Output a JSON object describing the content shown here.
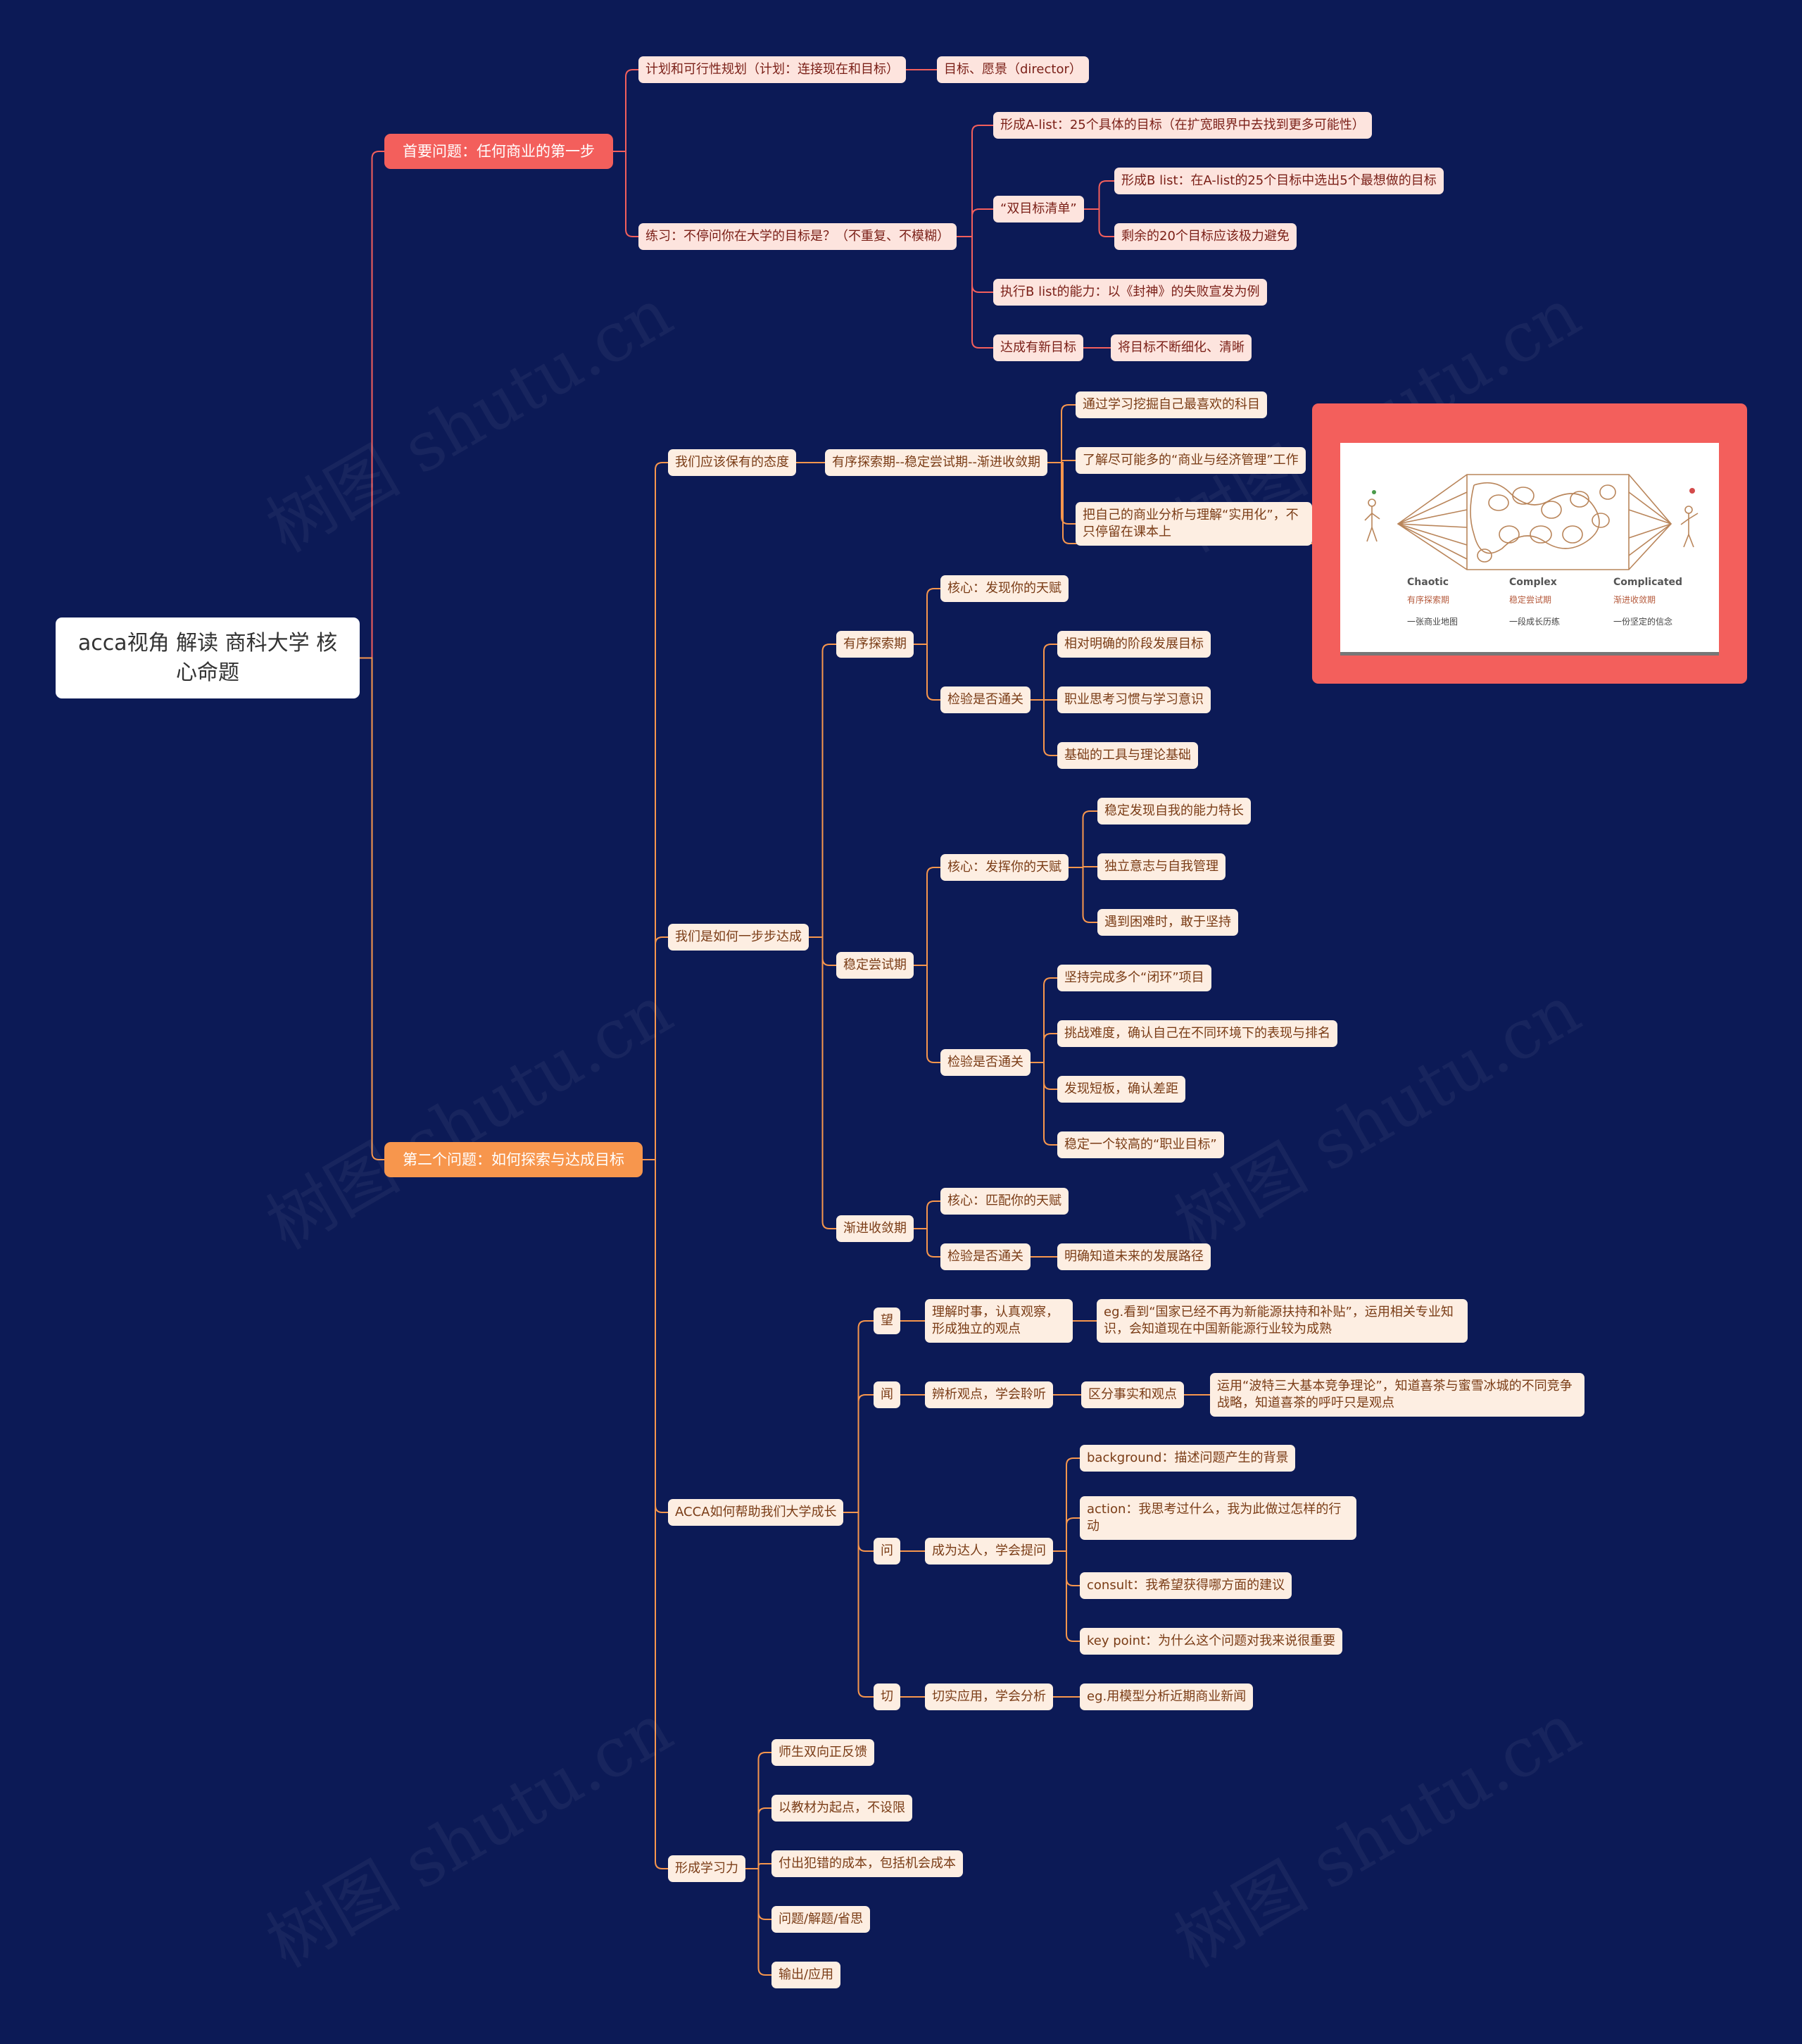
{
  "colors": {
    "background": "#0c1a56",
    "red_branch": "#f35f5c",
    "orange_branch": "#f7964d"
  },
  "watermark": "树图 shutu.cn",
  "root": {
    "title": "acca视角 解读 商科大学 核心命题"
  },
  "branch1": {
    "label": "首要问题：任何商业的第一步",
    "plan": {
      "label": "计划和可行性规划（计划：连接现在和目标）",
      "child": "目标、愿景（director）"
    },
    "practice": {
      "label": "练习：不停问你在大学的目标是？（不重复、不模糊）",
      "alist": "形成A-list：25个具体的目标（在扩宽眼界中去找到更多可能性）",
      "dual": {
        "label": "“双目标清单”",
        "b1": "形成B list：在A-list的25个目标中选出5个最想做的目标",
        "b2": "剩余的20个目标应该极力避免"
      },
      "exec": "执行B list的能力：以《封神》的失败宣发为例",
      "reach": {
        "label": "达成有新目标",
        "child": "将目标不断细化、清晰"
      }
    }
  },
  "branch2": {
    "label": "第二个问题：如何探索与达成目标",
    "attitude": {
      "label": "我们应该保有的态度",
      "phase": "有序探索期--稳定尝试期--渐进收敛期",
      "c1": "通过学习挖掘自己最喜欢的科目",
      "c2": "了解尽可能多的“商业与经济管理”工作",
      "c3": "把自己的商业分析与理解“实用化”，不只停留在课本上"
    },
    "steps": {
      "label": "我们是如何一步步达成",
      "explore": {
        "label": "有序探索期",
        "core": "核心：发现你的天赋",
        "check": "检验是否通关",
        "items": [
          "相对明确的阶段发展目标",
          "职业思考习惯与学习意识",
          "基础的工具与理论基础"
        ]
      },
      "stable": {
        "label": "稳定尝试期",
        "core": "核心：发挥你的天赋",
        "core_items": [
          "稳定发现自我的能力特长",
          "独立意志与自我管理",
          "遇到困难时，敢于坚持"
        ],
        "check": "检验是否通关",
        "check_items": [
          "坚持完成多个“闭环”项目",
          "挑战难度，确认自己在不同环境下的表现与排名",
          "发现短板，确认差距",
          "稳定一个较高的“职业目标”"
        ]
      },
      "converge": {
        "label": "渐进收敛期",
        "core": "核心：匹配你的天赋",
        "check": "检验是否通关",
        "item": "明确知道未来的发展路径"
      }
    },
    "acca": {
      "label": "ACCA如何帮助我们大学成长",
      "wang": {
        "label": "望",
        "desc": "理解时事，认真观察，形成独立的观点",
        "eg": "eg.看到“国家已经不再为新能源扶持和补贴”，运用相关专业知识，会知道现在中国新能源行业较为成熟"
      },
      "wen1": {
        "label": "闻",
        "desc": "辨析观点，学会聆听",
        "sub": "区分事实和观点",
        "eg": "运用“波特三大基本竞争理论”，知道喜茶与蜜雪冰城的不同竞争战略，知道喜茶的呼吁只是观点"
      },
      "wen2": {
        "label": "问",
        "desc": "成为达人，学会提问",
        "items": [
          "background：描述问题产生的背景",
          "action：我思考过什么，我为此做过怎样的行动",
          "consult：我希望获得哪方面的建议",
          "key point：为什么这个问题对我来说很重要"
        ]
      },
      "qie": {
        "label": "切",
        "desc": "切实应用，学会分析",
        "eg": "eg.用模型分析近期商业新闻"
      }
    },
    "learning": {
      "label": "形成学习力",
      "items": [
        "师生双向正反馈",
        "以教材为起点，不设限",
        "付出犯错的成本，包括机会成本",
        "问题/解题/省思",
        "输出/应用"
      ]
    }
  },
  "image": {
    "columns": [
      {
        "title": "Chaotic",
        "sub1": "有序探索期",
        "sub2": "一张商业地图"
      },
      {
        "title": "Complex",
        "sub1": "稳定尝试期",
        "sub2": "一段成长历练"
      },
      {
        "title": "Complicated",
        "sub1": "渐进收敛期",
        "sub2": "一份坚定的信念"
      }
    ]
  }
}
